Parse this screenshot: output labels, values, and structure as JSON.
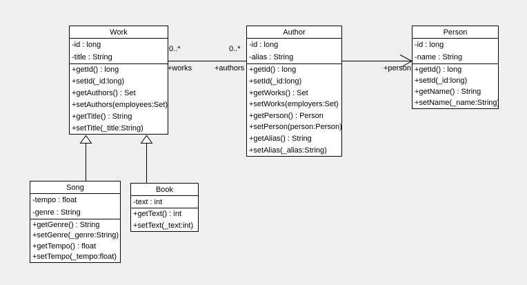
{
  "diagram": {
    "type": "uml-class-diagram",
    "colors": {
      "background": "#efefef",
      "class_fill": "#ffffff",
      "line": "#000000",
      "text": "#000000"
    }
  },
  "classes": {
    "work": {
      "name": "Work",
      "attributes": [
        "-id : long",
        "-title : String"
      ],
      "methods": [
        "+getId() : long",
        "+setId(_id:long)",
        "+getAuthors() : Set",
        "+setAuthors(employees:Set)",
        "+getTitle() : String",
        "+setTitle(_title:String)"
      ]
    },
    "author": {
      "name": "Author",
      "attributes": [
        "-id : long",
        "-alias : String"
      ],
      "methods": [
        "+getId() : long",
        "+setId(_id:long)",
        "+getWorks() : Set",
        "+setWorks(employers:Set)",
        "+getPerson() : Person",
        "+setPerson(person:Person)",
        "+getAlias() : String",
        "+setAlias(_alias:String)"
      ]
    },
    "person": {
      "name": "Person",
      "attributes": [
        "-id : long",
        "-name : String"
      ],
      "methods": [
        "+getId() : long",
        "+setId(_id:long)",
        "+getName() : String",
        "+setName(_name:String)"
      ]
    },
    "song": {
      "name": "Song",
      "attributes": [
        "-tempo : float",
        "-genre : String"
      ],
      "methods": [
        "+getGenre() : String",
        "+setGenre(_genre:String)",
        "+getTempo() : float",
        "+setTempo(_tempo:float)"
      ]
    },
    "book": {
      "name": "Book",
      "attributes": [
        "-text : int"
      ],
      "methods": [
        "+getText() : int",
        "+setText(_text:int)"
      ]
    }
  },
  "associations": {
    "work_author": {
      "work_end_multiplicity": "0..*",
      "author_end_multiplicity": "0..*",
      "work_end_role": "+works",
      "author_end_role": "+authors"
    },
    "author_person": {
      "person_end_role": "+person",
      "navigable": "Author to Person"
    }
  },
  "generalizations": [
    {
      "child": "Song",
      "parent": "Work"
    },
    {
      "child": "Book",
      "parent": "Work"
    }
  ]
}
